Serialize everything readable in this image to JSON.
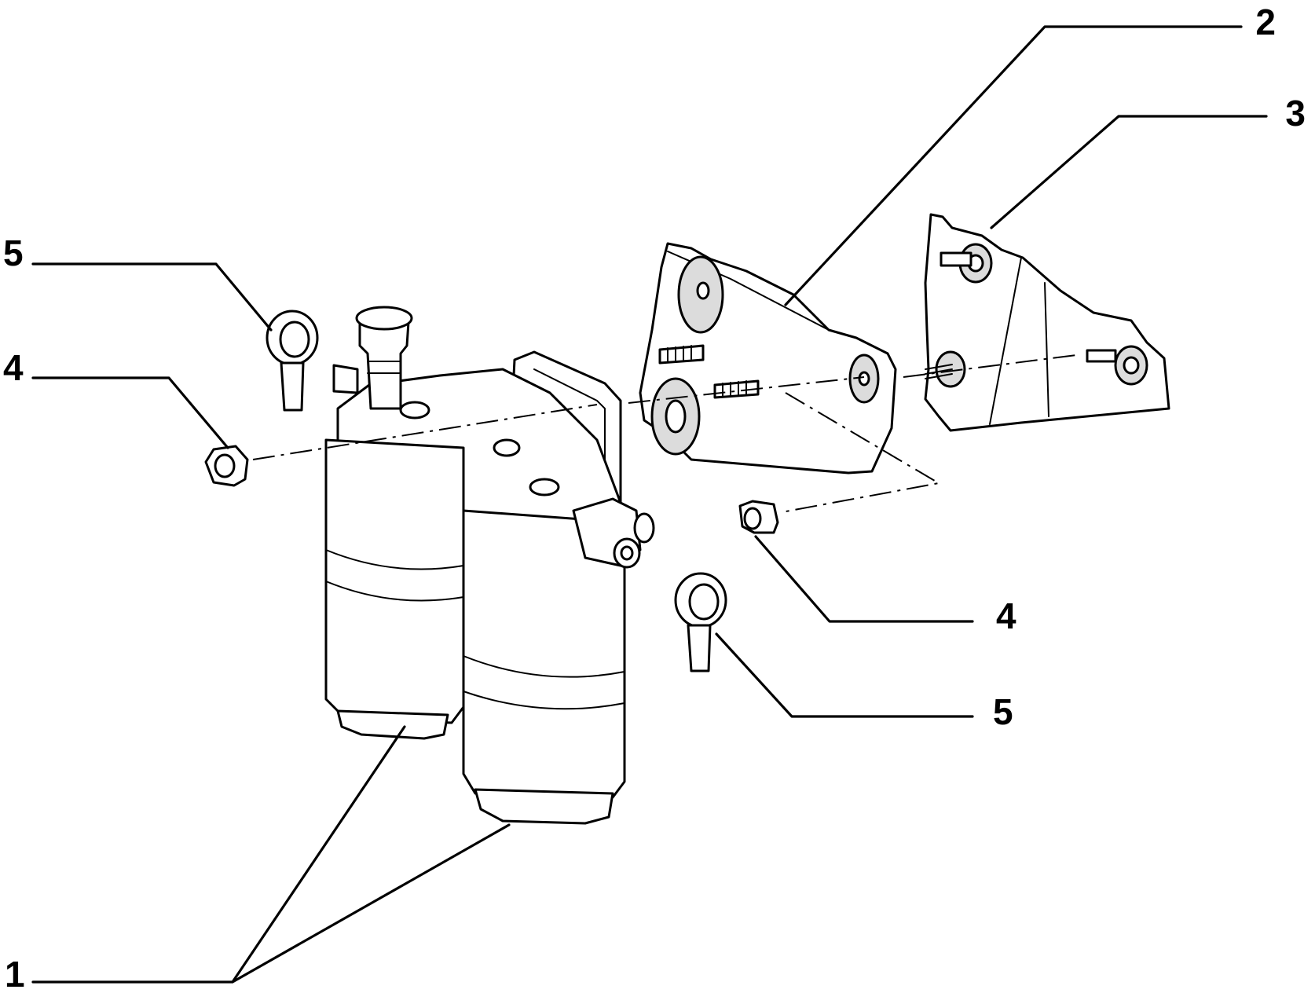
{
  "callouts": {
    "c1": "1",
    "c2": "2",
    "c3": "3",
    "c4_left": "4",
    "c4_right": "4",
    "c5_left": "5",
    "c5_right": "5"
  }
}
